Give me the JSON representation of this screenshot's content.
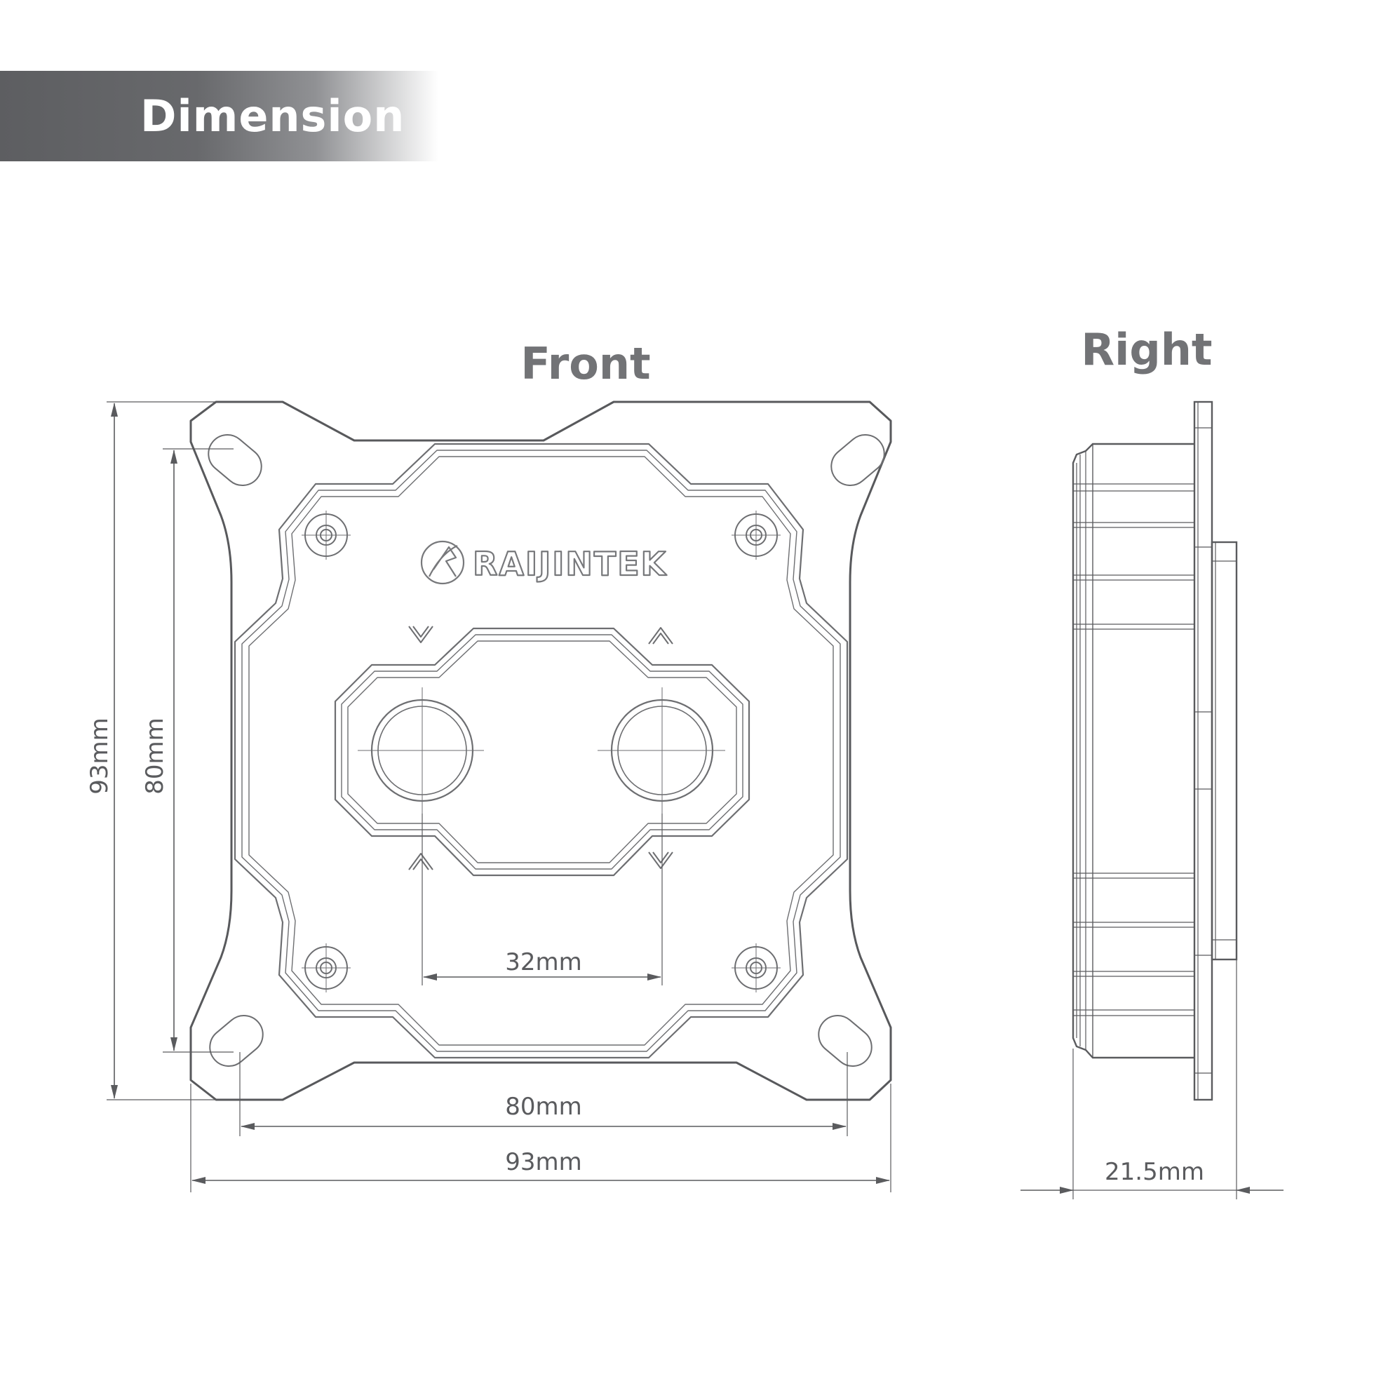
{
  "header": {
    "title": "Dimension"
  },
  "views": {
    "front_title": "Front",
    "right_title": "Right"
  },
  "brand": {
    "name": "RAIJINTEK"
  },
  "dimensions": {
    "front_height_outer": "93mm",
    "front_height_holes": "80mm",
    "front_width_holes": "80mm",
    "front_width_outer": "93mm",
    "port_spacing": "32mm",
    "side_depth": "21.5mm"
  },
  "colors": {
    "banner": "#5d5e61",
    "title_grey": "#727376",
    "line": "#5a5b5e"
  }
}
